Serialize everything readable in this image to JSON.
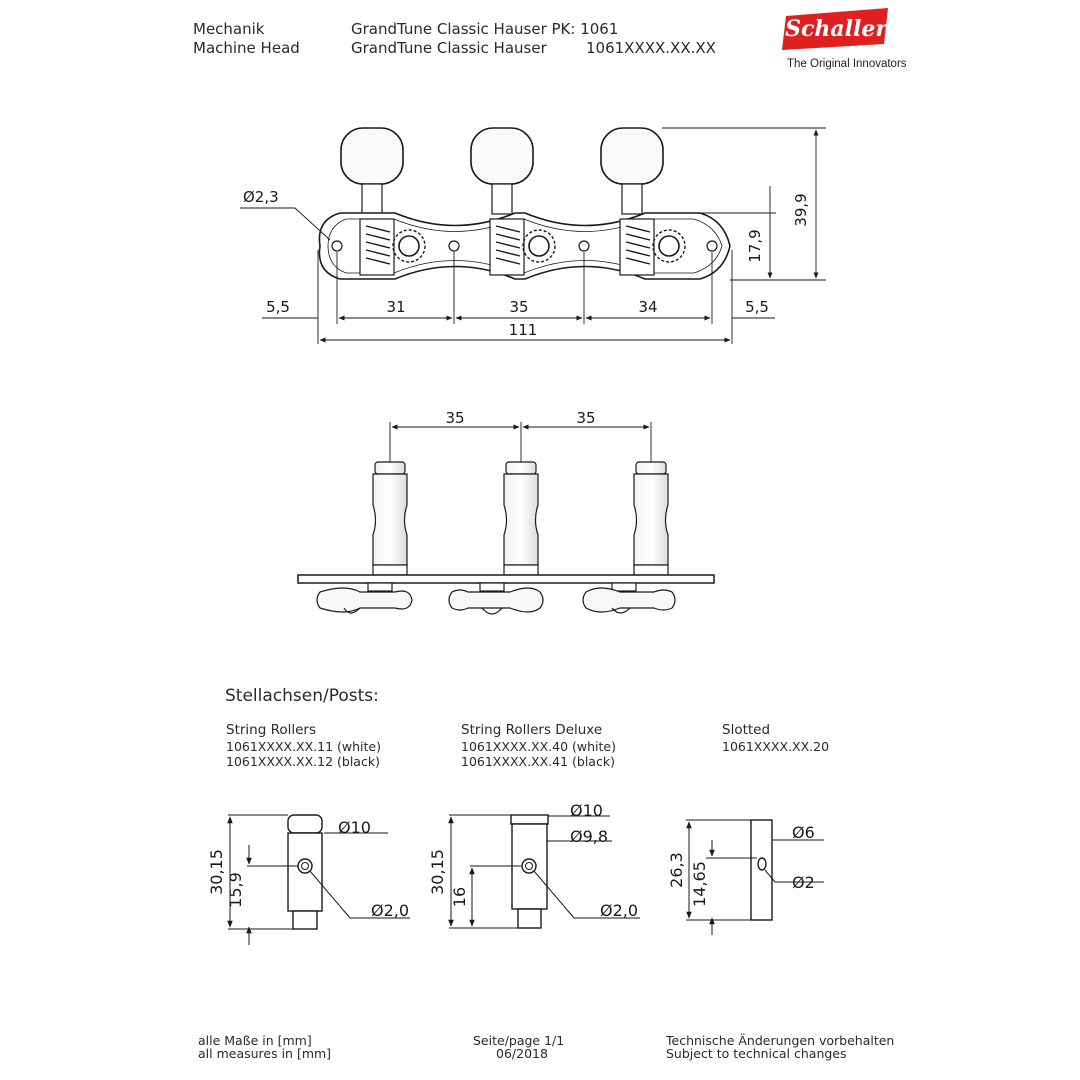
{
  "header": {
    "left_line1": "Mechanik",
    "left_line2": "Machine Head",
    "model_line1": "GrandTune Classic Hauser PK: 1061",
    "model_line2": "GrandTune Classic Hauser",
    "code_line2": "1061XXXX.XX.XX"
  },
  "brand": {
    "logo_text": "Schaller",
    "tagline": "The Original Innovators",
    "color": "#e02020"
  },
  "top_view": {
    "hole_dim": "Ø2,3",
    "height_total": "39,9",
    "height_hole": "17,9",
    "dim_left_edge": "5,5",
    "dim_1": "31",
    "dim_2": "35",
    "dim_3": "34",
    "dim_right_edge": "5,5",
    "overall": "111"
  },
  "side_view": {
    "spacing_1": "35",
    "spacing_2": "35"
  },
  "posts": {
    "section_title": "Stellachsen/Posts:",
    "items": [
      {
        "title": "String Rollers",
        "code_1": "1061XXXX.XX.11 (white)",
        "code_2": "1061XXXX.XX.12 (black)",
        "height": "30,15",
        "hole_height": "15,9",
        "diameter": "Ø10",
        "hole_diameter": "Ø2,0"
      },
      {
        "title": "String Rollers Deluxe",
        "code_1": "1061XXXX.XX.40 (white)",
        "code_2": "1061XXXX.XX.41 (black)",
        "height": "30,15",
        "hole_height": "16",
        "diameter": "Ø10",
        "diameter_inner": "Ø9,8",
        "hole_diameter": "Ø2,0"
      },
      {
        "title": "Slotted",
        "code_1": "1061XXXX.XX.20",
        "height": "26,3",
        "hole_height": "14,65",
        "diameter": "Ø6",
        "hole_diameter": "Ø2"
      }
    ]
  },
  "footer": {
    "measures_de": "alle Maße in [mm]",
    "measures_en": "all measures in [mm]",
    "page": "Seite/page 1/1",
    "date": "06/2018",
    "note_de": "Technische Änderungen vorbehalten",
    "note_en": "Subject to technical changes"
  }
}
